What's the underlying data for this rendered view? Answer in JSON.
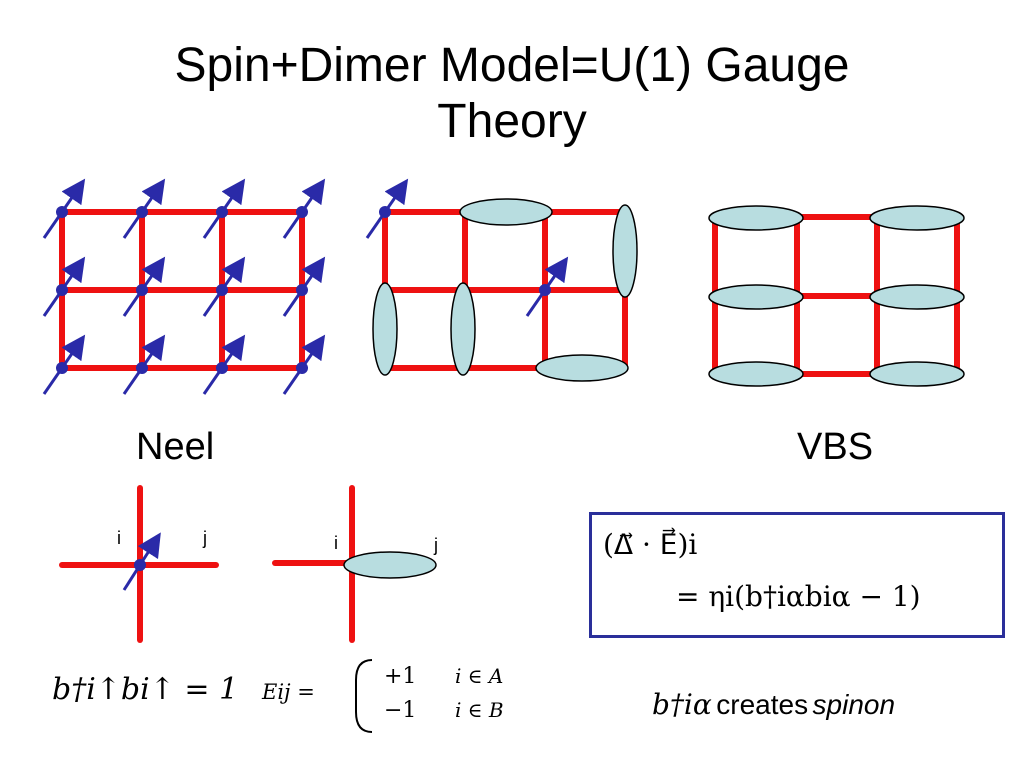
{
  "title_line1": "Spin+Dimer Model=U(1) Gauge",
  "title_line2": "Theory",
  "label_neel": "Neel",
  "label_vbs": "VBS",
  "site_i_1": "i",
  "site_j_1": "j",
  "site_i_2": "i",
  "site_j_2": "j",
  "eq1_lhs": "b†i↑bi↑ = 1",
  "eq2_lhs": "Eij =",
  "eq2_row1_val": "+1",
  "eq2_row1_cond": "i ∈ A",
  "eq2_row2_val": "−1",
  "eq2_row2_cond": "i ∈ B",
  "box_line1": "(Δ⃗ · E⃗)i",
  "box_line2": "= ηi(b†iαbiα − 1)",
  "spinon_op": "b†iα",
  "spinon_text": "creates",
  "spinon_em": "spinon",
  "colors": {
    "bond": "#ee1111",
    "spin": "#2a2aa8",
    "dimer_fill": "#b8dde0",
    "box_border": "#2a2f9a"
  }
}
